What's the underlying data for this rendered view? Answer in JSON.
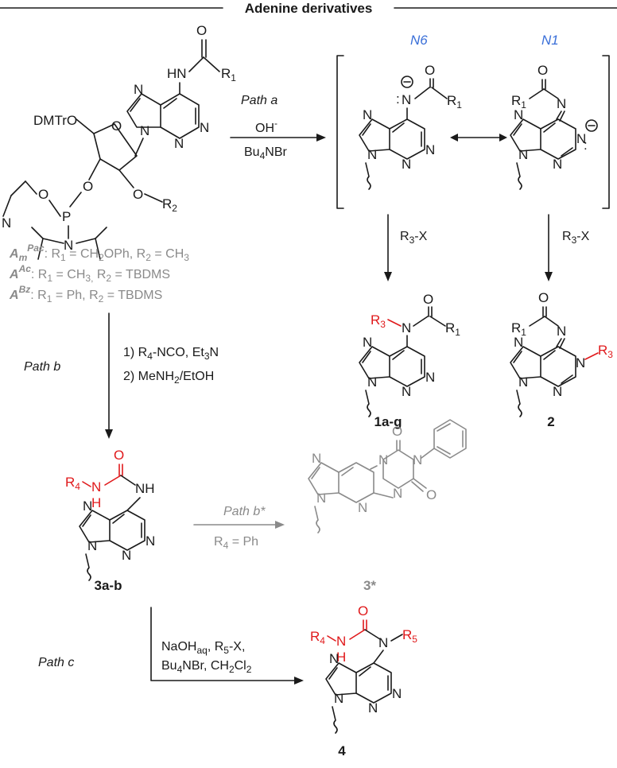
{
  "title": "Adenine derivatives",
  "paths": {
    "a": "Path a",
    "b": "Path b",
    "b_star": "Path b*",
    "c": "Path c"
  },
  "resonance": {
    "n6": "N6",
    "n1": "N1"
  },
  "conditions": {
    "a_top": "OH",
    "a_top_sup": "-",
    "a_bottom": "Bu",
    "a_bottom_sub": "4",
    "a_bottom_tail": "NBr",
    "alkyl_r": "R",
    "alkyl_sub": "3",
    "alkyl_tail": "-X",
    "b_step1": "1) R",
    "b_step1_sub": "4",
    "b_step1_tail": "-NCO, Et",
    "b_step1_sub2": "3",
    "b_step1_tail2": "N",
    "b_step2": "2) MeNH",
    "b_step2_sub": "2",
    "b_step2_tail": "/EtOH",
    "bstar_cond": "R",
    "bstar_sub": "4",
    "bstar_tail": " = Ph",
    "c_line1": "NaOH",
    "c_line1_sub": "aq",
    "c_line1_tail": ", R",
    "c_line1_sub2": "5",
    "c_line1_tail2": "-X,",
    "c_line2": "Bu",
    "c_line2_sub": "4",
    "c_line2_tail": "NBr, CH",
    "c_line2_sub2": "2",
    "c_line2_tail2": "Cl",
    "c_line2_sub3": "2"
  },
  "legend": [
    {
      "name": "A",
      "sub": "m",
      "sup": "Pac",
      "text": ": R",
      "r1sub": "1",
      "r1": " = CH",
      "r1b": "2",
      "r1c": "OPh, R",
      "r2sub": "2",
      "r2": " = CH",
      "r2b": "3"
    },
    {
      "name": "A",
      "sup": "Ac",
      "text": ": R",
      "r1sub": "1",
      "r1": " = CH",
      "r1b": "3,",
      "r1c": " R",
      "r2sub": "2",
      "r2": " = TBDMS"
    },
    {
      "name": "A",
      "sup": "Bz",
      "text": ": R",
      "r1sub": "1",
      "r1": " = Ph, R",
      "r2sub": "2",
      "r2": " = TBDMS"
    }
  ],
  "compounds": {
    "c1": "1a-g",
    "c2": "2",
    "c3": "3a-b",
    "c3star": "3*",
    "c4": "4"
  },
  "atoms": {
    "O": "O",
    "N": "N",
    "H": "H",
    "NH": "NH",
    "HN": "HN",
    "R": "R",
    "DMTrO": "DMTrO",
    "P": "P",
    "minus": "−",
    "colon": ":"
  }
}
